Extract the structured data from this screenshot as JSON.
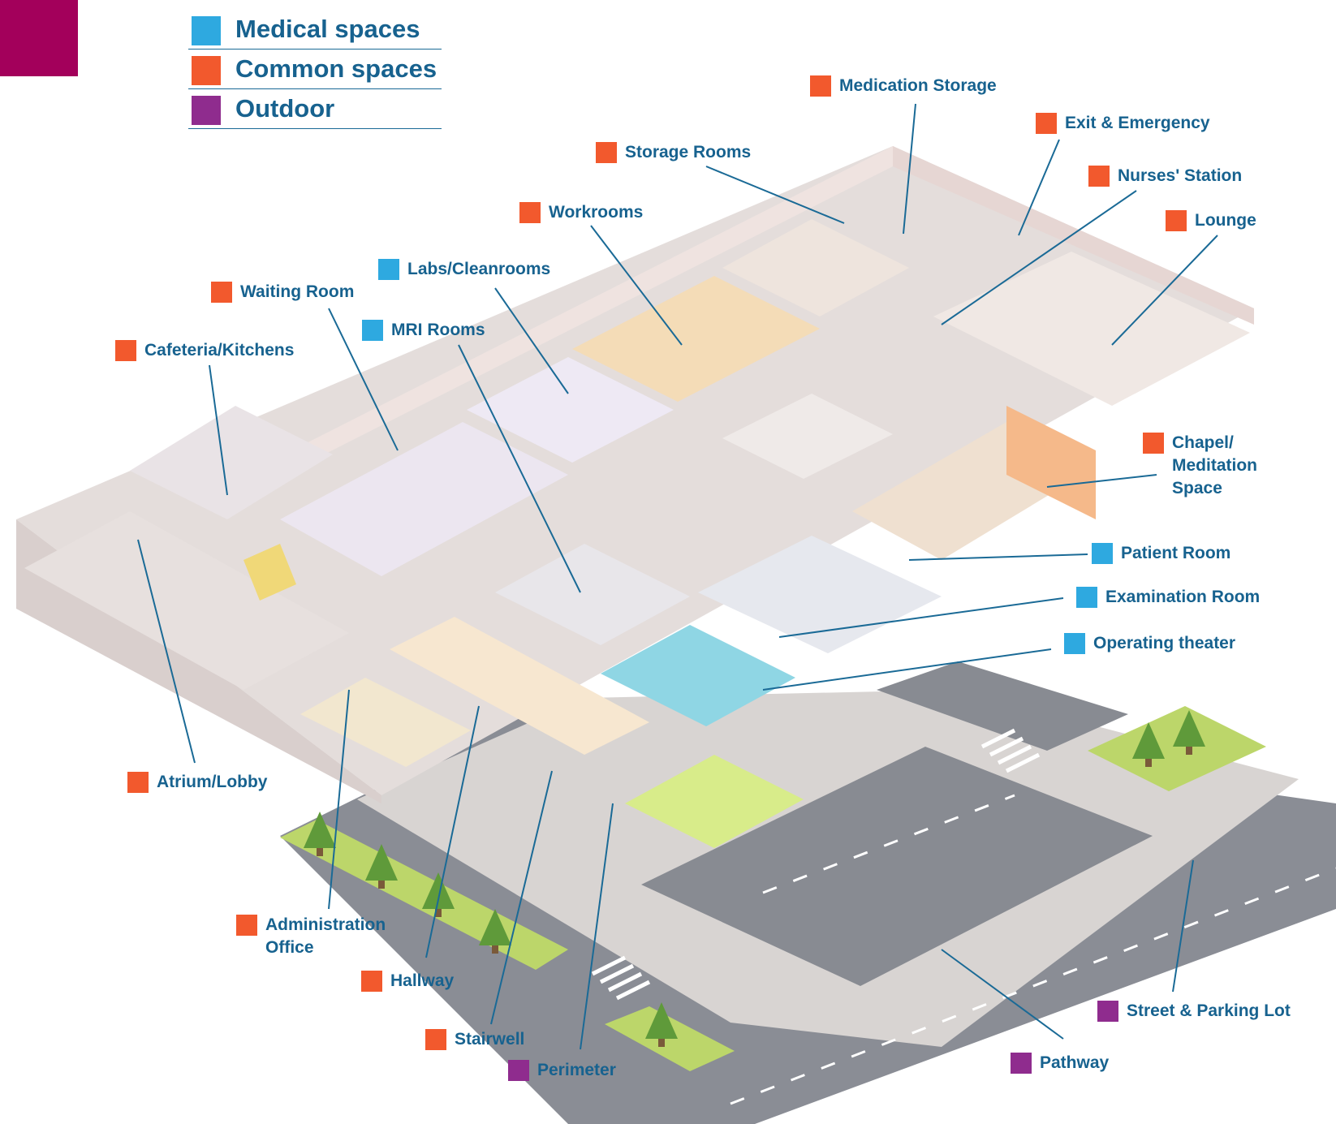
{
  "colors": {
    "medical": "#2ea9e0",
    "common": "#f2592d",
    "outdoor": "#8f2c8e",
    "corner_block": "#a3005b",
    "label_text": "#17628f",
    "leader_line": "#1a6a96"
  },
  "legend": [
    {
      "category": "medical",
      "label": "Medical spaces"
    },
    {
      "category": "common",
      "label": "Common spaces"
    },
    {
      "category": "outdoor",
      "label": "Outdoor"
    }
  ],
  "callouts": {
    "medication_storage": {
      "category": "common",
      "label": "Medication Storage"
    },
    "exit_emergency": {
      "category": "common",
      "label": "Exit & Emergency"
    },
    "storage_rooms": {
      "category": "common",
      "label": "Storage Rooms"
    },
    "nurses_station": {
      "category": "common",
      "label": "Nurses' Station"
    },
    "lounge": {
      "category": "common",
      "label": "Lounge"
    },
    "workrooms": {
      "category": "common",
      "label": "Workrooms"
    },
    "labs_cleanrooms": {
      "category": "medical",
      "label": "Labs/Cleanrooms"
    },
    "waiting_room": {
      "category": "common",
      "label": "Waiting Room"
    },
    "mri_rooms": {
      "category": "medical",
      "label": "MRI Rooms"
    },
    "cafeteria_kitchens": {
      "category": "common",
      "label": "Cafeteria/Kitchens"
    },
    "chapel_meditation": {
      "category": "common",
      "label": "Chapel/\nMeditation\nSpace"
    },
    "patient_room": {
      "category": "medical",
      "label": "Patient Room"
    },
    "examination_room": {
      "category": "medical",
      "label": "Examination Room"
    },
    "operating_theater": {
      "category": "medical",
      "label": "Operating theater"
    },
    "atrium_lobby": {
      "category": "common",
      "label": "Atrium/Lobby"
    },
    "administration_office": {
      "category": "common",
      "label": "Administration\nOffice"
    },
    "hallway": {
      "category": "common",
      "label": "Hallway"
    },
    "stairwell": {
      "category": "common",
      "label": "Stairwell"
    },
    "perimeter": {
      "category": "outdoor",
      "label": "Perimeter"
    },
    "street_parking": {
      "category": "outdoor",
      "label": "Street & Parking Lot"
    },
    "pathway": {
      "category": "outdoor",
      "label": "Pathway"
    }
  }
}
